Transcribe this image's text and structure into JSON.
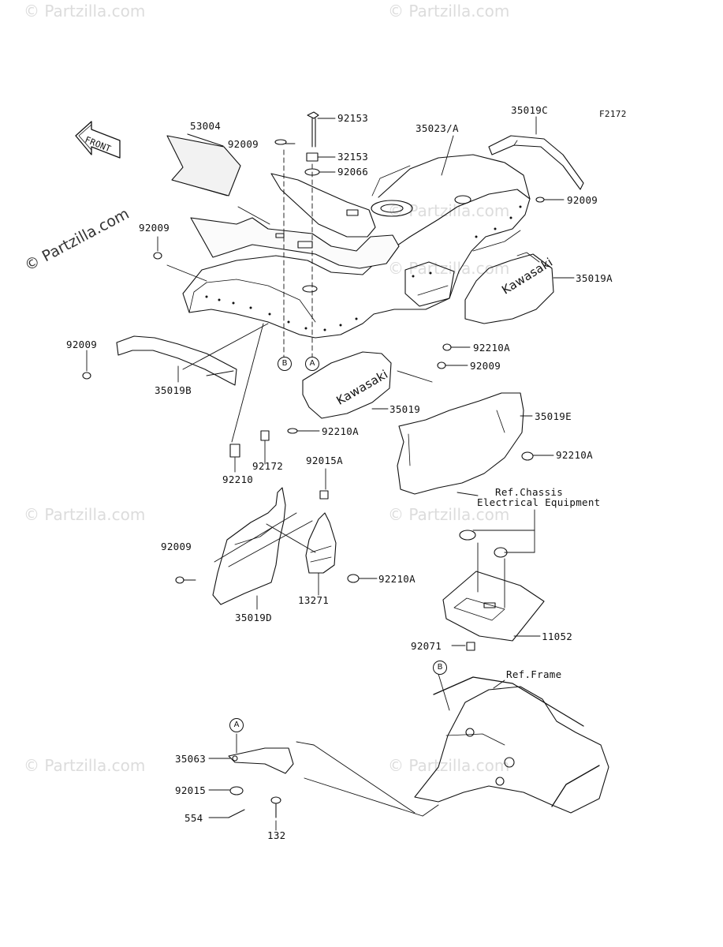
{
  "figure_code": "F2172",
  "front_label": "FRONT",
  "watermark": "© Partzilla.com",
  "watermark_main": "© Partzilla.com",
  "parts": {
    "p53004": "53004",
    "p92009_top": "92009",
    "p92153": "92153",
    "p32153": "32153",
    "p92066": "92066",
    "p35023A": "35023/A",
    "p35019C": "35019C",
    "p92009_right": "92009",
    "p92009_left": "92009",
    "p35019A": "35019A",
    "p92210A_1": "92210A",
    "p92009_mid": "92009",
    "p92009_far_left": "92009",
    "p35019B": "35019B",
    "p35019": "35019",
    "p92210A_2": "92210A",
    "p35019E": "35019E",
    "p92210A_3": "92210A",
    "p92210": "92210",
    "p92172": "92172",
    "p92015A": "92015A",
    "p92009_lower": "92009",
    "p92210A_4": "92210A",
    "p13271": "13271",
    "p35019D": "35019D",
    "p11052": "11052",
    "p92071": "92071",
    "p35063": "35063",
    "p92015": "92015",
    "p554": "554",
    "p132": "132"
  },
  "refs": {
    "chassis_line1": "Ref.Chassis",
    "chassis_line2": "Electrical Equipment",
    "frame": "Ref.Frame"
  },
  "callouts": {
    "A": "A",
    "B": "B"
  },
  "decal_text": "Kawasaki"
}
